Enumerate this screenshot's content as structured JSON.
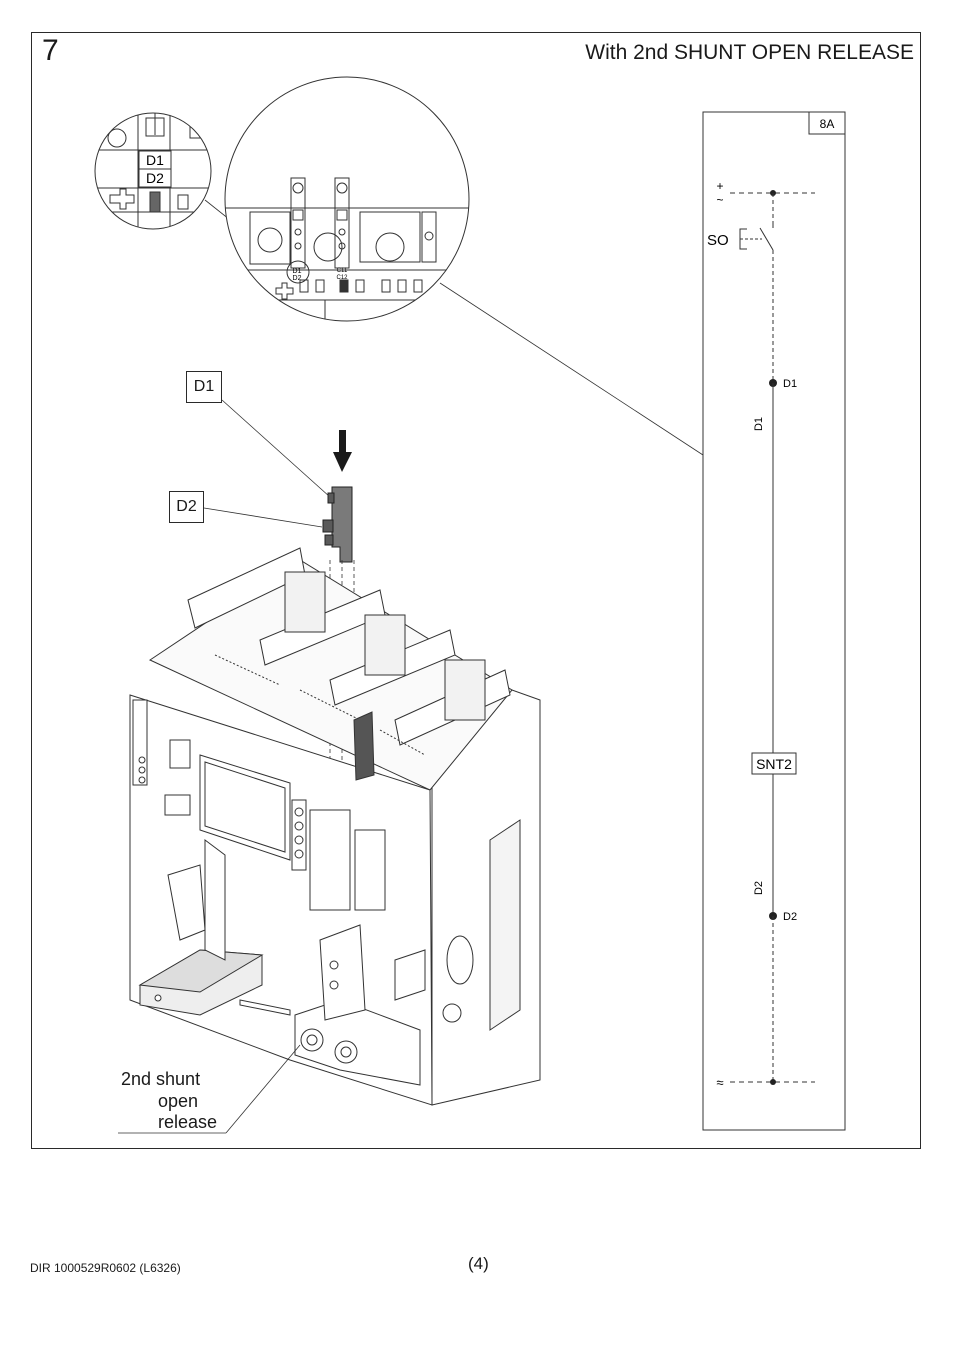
{
  "step_number": "7",
  "title": "With 2nd SHUNT OPEN RELEASE",
  "callouts": {
    "d1": "D1",
    "d2": "D2"
  },
  "caption": {
    "line1": "2nd shunt",
    "line2": "open",
    "line3": "release"
  },
  "zoom_small": {
    "d1": "D1",
    "d2": "D2"
  },
  "zoom_large": {
    "d1": "D1",
    "d2": "D2",
    "c11": "C11",
    "c12": "C12"
  },
  "schematic": {
    "sheet_ref": "8A",
    "supply_plus": "+",
    "supply_tilde": "~",
    "so_label": "SO",
    "d1_label": "D1",
    "d1_wire": "D1",
    "snt2_label": "SNT2",
    "d2_wire": "D2",
    "d2_label": "D2",
    "return_symbol": "≈"
  },
  "footer": {
    "doc_ref": "DIR 1000529R0602 (L6326)",
    "page": "(4)"
  }
}
